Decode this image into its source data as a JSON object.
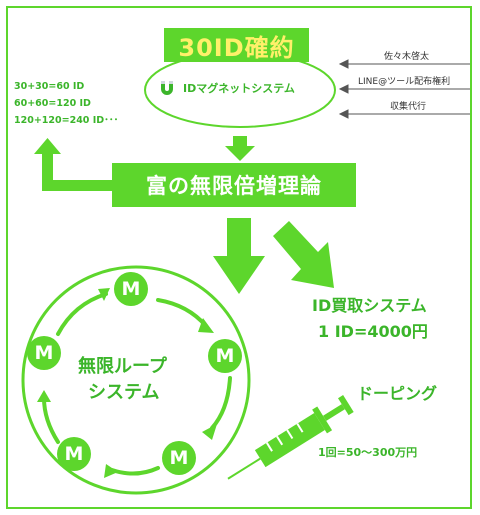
{
  "banner": "30ID確約",
  "magnet_system": "IDマグネットシステム",
  "sources": [
    "佐々木啓太",
    "LINE@ツール配布権利",
    "収集代行"
  ],
  "calc_lines": [
    "30+30=60 ID",
    "60+60=120 ID",
    "120+120=240 ID･･･"
  ],
  "main_theory": "富の無限倍増理論",
  "id_buy": {
    "title": "ID買取システム",
    "price": "1 ID=4000円"
  },
  "loop": {
    "line1": "無限ループ",
    "line2": "システム",
    "node_label": "M"
  },
  "doping": {
    "title": "ドーピング",
    "price": "1回=50～300万円"
  },
  "colors": {
    "green": "#5dd62c",
    "dark_green": "#3bb52a",
    "yellow": "#fff06a"
  }
}
